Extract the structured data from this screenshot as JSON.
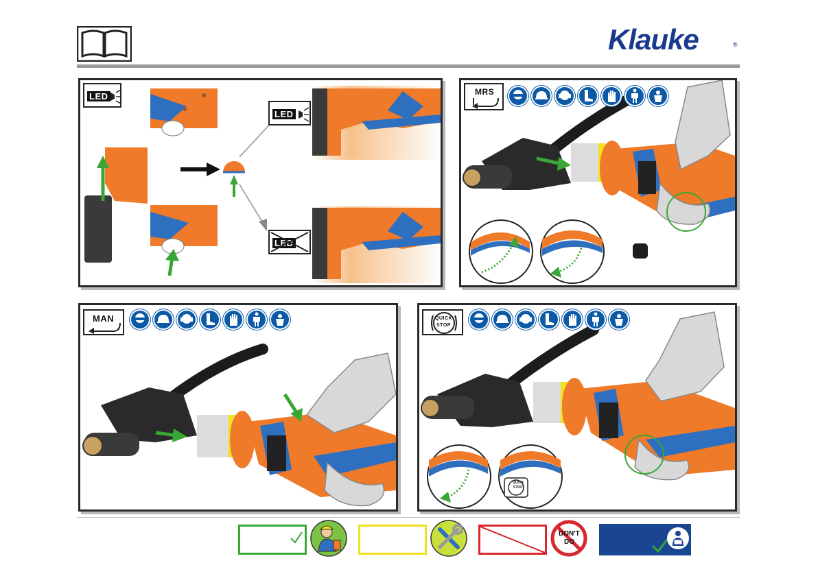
{
  "header": {
    "brand": "Klauke",
    "brand_mark": "®",
    "manual_icon": "open-book-icon",
    "rule_color": "#9a9a9a",
    "brand_color": "#1b3a8e"
  },
  "panel_led": {
    "mode_label": "LED",
    "led_on_label": "LED",
    "led_off_label": "LED"
  },
  "panel_mrs": {
    "mode_label": "MRS",
    "ppe_icons": [
      "eye-protection-icon",
      "head-protection-icon",
      "ear-protection-icon",
      "safety-boots-icon",
      "gloves-icon",
      "protective-clothing-icon",
      "hand-safety-icon"
    ]
  },
  "panel_man": {
    "mode_label": "MAN",
    "ppe_icons": [
      "eye-protection-icon",
      "head-protection-icon",
      "ear-protection-icon",
      "safety-boots-icon",
      "gloves-icon",
      "protective-clothing-icon",
      "hand-safety-icon"
    ]
  },
  "panel_quickstop": {
    "mode_label_line1": "QUICK",
    "mode_label_line2": "STOP",
    "inset_label_line1": "QUICK",
    "inset_label_line2": "STOP",
    "ppe_icons": [
      "eye-protection-icon",
      "head-protection-icon",
      "ear-protection-icon",
      "safety-boots-icon",
      "gloves-icon",
      "protective-clothing-icon",
      "hand-safety-icon"
    ]
  },
  "legend": {
    "correct_color": "#3aa635",
    "maintenance_color": "#f2e21b",
    "forbidden_color": "#d7282f",
    "info_color": "#1a4592",
    "dont_do_line1": "DON'T",
    "dont_do_line2": "DO"
  }
}
